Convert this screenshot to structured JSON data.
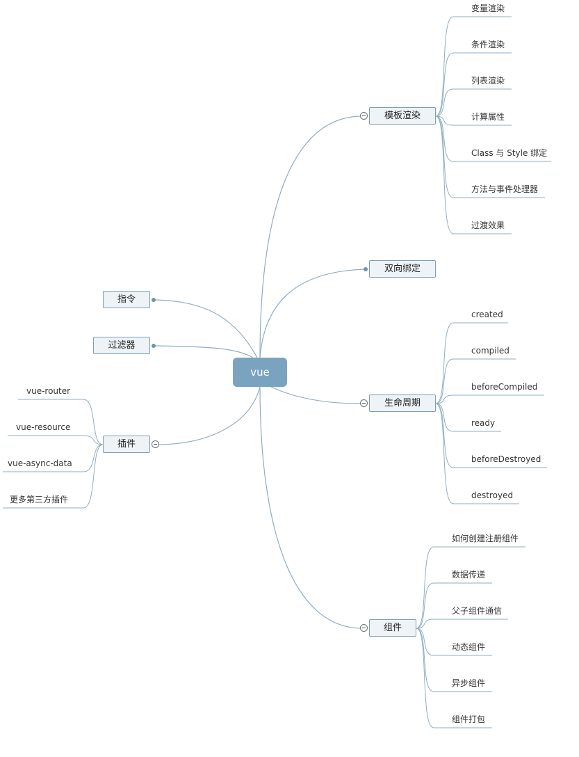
{
  "root": "vue",
  "right": [
    {
      "label": "模板渲染",
      "children": [
        "变量渲染",
        "条件渲染",
        "列表渲染",
        "计算属性",
        "Class 与 Style 绑定",
        "方法与事件处理器",
        "过渡效果"
      ]
    },
    {
      "label": "双向绑定",
      "children": []
    },
    {
      "label": "生命周期",
      "children": [
        "created",
        "compiled",
        "beforeCompiled",
        "ready",
        "beforeDestroyed",
        "destroyed"
      ]
    },
    {
      "label": "组件",
      "children": [
        "如何创建注册组件",
        "数据传递",
        "父子组件通信",
        "动态组件",
        "异步组件",
        "组件打包"
      ]
    }
  ],
  "left": [
    {
      "label": "指令",
      "children": []
    },
    {
      "label": "过滤器",
      "children": []
    },
    {
      "label": "插件",
      "children": [
        "vue-router",
        "vue-resource",
        "vue-async-data",
        "更多第三方插件"
      ]
    }
  ]
}
